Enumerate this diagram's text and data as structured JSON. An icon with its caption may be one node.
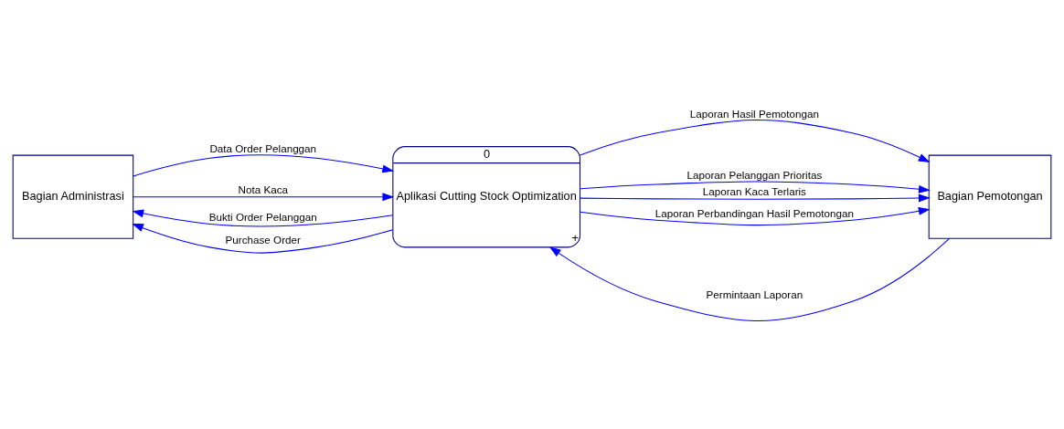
{
  "diagram": {
    "nodes": [
      {
        "text": [
          "Bagian Administrasi"
        ]
      },
      {
        "text": [
          "0",
          "Aplikasi Cutting Stock Optimization",
          "+"
        ]
      },
      {
        "text": [
          "Bagian Pemotongan"
        ]
      }
    ],
    "edges": [
      {
        "from": 1,
        "to": 0,
        "arrow": "to",
        "label": "Bukti Order Pelanggan"
      },
      {
        "from": 0,
        "to": 1,
        "arrow": "to",
        "label": "Data Order Pelanggan"
      },
      {
        "from": 2,
        "to": 1,
        "arrow": "to",
        "label": "Permintaan Laporan"
      },
      {
        "from": 0,
        "to": 1,
        "arrow": "to",
        "label": "Nota Kaca"
      },
      {
        "from": 1,
        "to": 2,
        "arrow": "to",
        "label": "Laporan Hasil Pemotongan"
      },
      {
        "from": 1,
        "to": 2,
        "arrow": "to",
        "label": "Laporan Pelanggan Prioritas"
      },
      {
        "from": 1,
        "to": 0,
        "arrow": "to",
        "label": "Purchase Order"
      },
      {
        "from": 1,
        "to": 2,
        "arrow": "to",
        "label": "Laporan Kaca Terlaris"
      },
      {
        "from": 1,
        "to": 2,
        "arrow": "to",
        "label": "Laporan Perbandingan Hasil Pemotongan"
      }
    ]
  }
}
